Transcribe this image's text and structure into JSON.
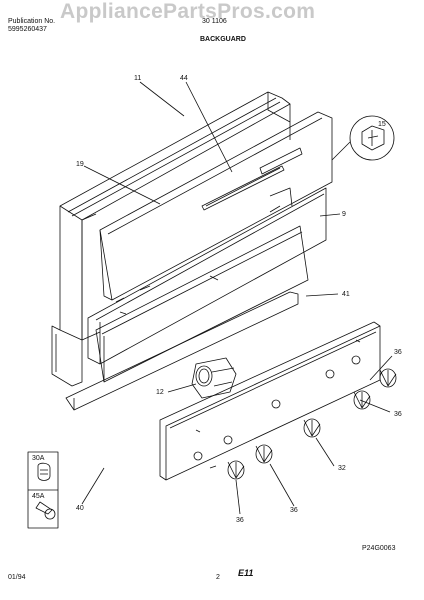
{
  "header": {
    "publication_label": "Publication No.",
    "publication_number": "5995260437",
    "model_partial": "30 1106",
    "watermark": "AppliancePartsPros.com",
    "section_title": "BACKGUARD"
  },
  "callouts": {
    "c11": "11",
    "c44": "44",
    "c15": "15",
    "c19": "19",
    "c9": "9",
    "c41": "41",
    "c36a": "36",
    "c36b": "36",
    "c12": "12",
    "c32": "32",
    "c30a": "30A",
    "c45a": "45A",
    "c40": "40",
    "c36c": "36",
    "c36d": "36"
  },
  "diagram_code": "P24G0063",
  "footer": {
    "date": "01/94",
    "page": "2",
    "code": "E11"
  },
  "colors": {
    "line": "#111111",
    "watermark": "#c9c9c9",
    "background": "#ffffff"
  }
}
